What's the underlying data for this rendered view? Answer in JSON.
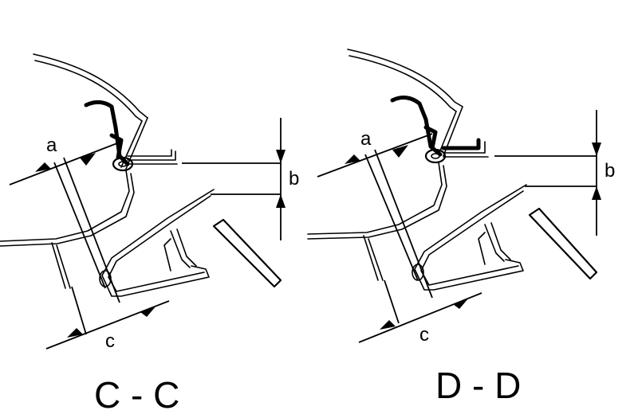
{
  "sections": [
    {
      "title": "C - C",
      "labels": {
        "a": "a",
        "b": "b",
        "c": "c"
      }
    },
    {
      "title": "D - D",
      "labels": {
        "a": "a",
        "b": "b",
        "c": "c"
      }
    }
  ]
}
